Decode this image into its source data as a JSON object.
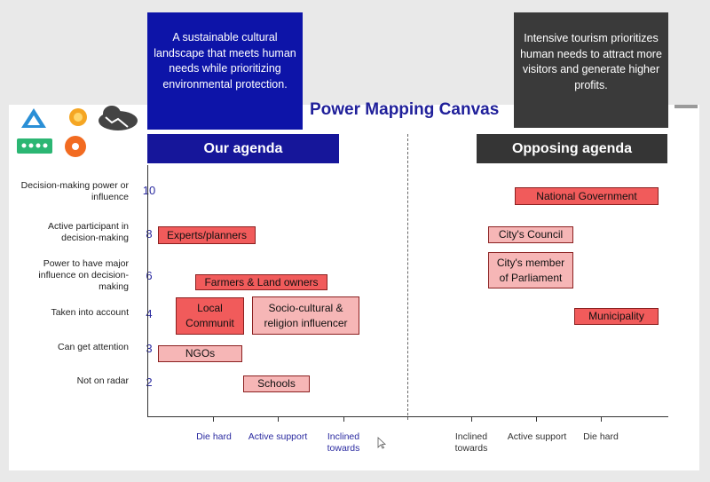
{
  "callouts": {
    "ours": "A sustainable cultural landscape that meets human needs while prioritizing environmental protection.",
    "opposing": "Intensive tourism prioritizes human needs to attract more visitors and generate higher profits."
  },
  "title": "Power Mapping Canvas",
  "headers": {
    "ours": "Our agenda",
    "opposing": "Opposing agenda"
  },
  "levels": [
    {
      "label": "Decision-making power or influence",
      "value": "10"
    },
    {
      "label": "Active participant in decision-making",
      "value": "8"
    },
    {
      "label": "Power to have major influence on decision-making",
      "value": "6"
    },
    {
      "label": "Taken into account",
      "value": "4"
    },
    {
      "label": "Can get attention",
      "value": "3"
    },
    {
      "label": "Not on radar",
      "value": "2"
    }
  ],
  "x_labels": {
    "ours": [
      "Die hard",
      "Active support",
      "Inclined towards"
    ],
    "opposing": [
      "Inclined towards",
      "Active support",
      "Die hard"
    ]
  },
  "stakeholders": {
    "experts": "Experts/planners",
    "farmers": "Farmers & Land owners",
    "local": "Local Communit",
    "socio": "Socio-cultural & religion influencer",
    "ngos": "NGOs",
    "schools": "Schools",
    "national": "National Government",
    "city_council": "City's Council",
    "city_mp": "City's member of Parliament",
    "municipality": "Municipality"
  },
  "colors": {
    "our_agenda": "#16169a",
    "opposing_agenda": "#353535",
    "stakeholder_red": "#f15b5b",
    "stakeholder_pink": "#f6b6b6"
  }
}
